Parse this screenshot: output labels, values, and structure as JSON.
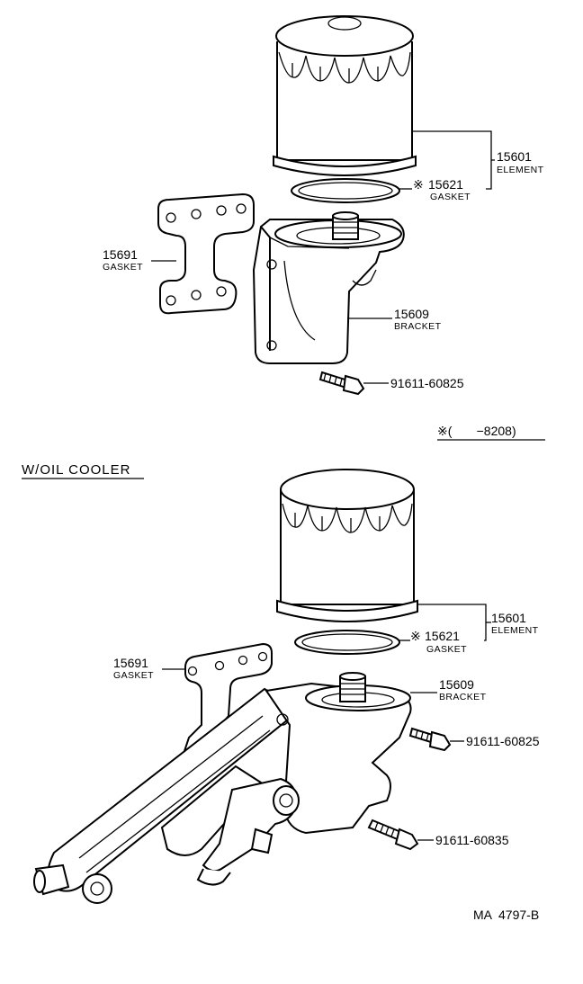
{
  "top_section": {
    "element": {
      "number": "15601",
      "name": "ELEMENT"
    },
    "gasket_element": {
      "mark": "※",
      "number": "15621",
      "name": "GASKET"
    },
    "gasket_bracket": {
      "number": "15691",
      "name": "GASKET"
    },
    "bracket": {
      "number": "15609",
      "name": "BRACKET"
    },
    "bolt": {
      "number": "91611-60825"
    },
    "applicability_note": "※(       −8208)"
  },
  "bottom_section": {
    "title": "W/OIL  COOLER",
    "element": {
      "number": "15601",
      "name": "ELEMENT"
    },
    "gasket_element": {
      "mark": "※",
      "number": "15621",
      "name": "GASKET"
    },
    "gasket_bracket": {
      "number": "15691",
      "name": "GASKET"
    },
    "bracket": {
      "number": "15609",
      "name": "BRACKET"
    },
    "bolt_1": {
      "number": "91611-60825"
    },
    "bolt_2": {
      "number": "91611-60835"
    }
  },
  "figure_code": "MA  4797-B"
}
